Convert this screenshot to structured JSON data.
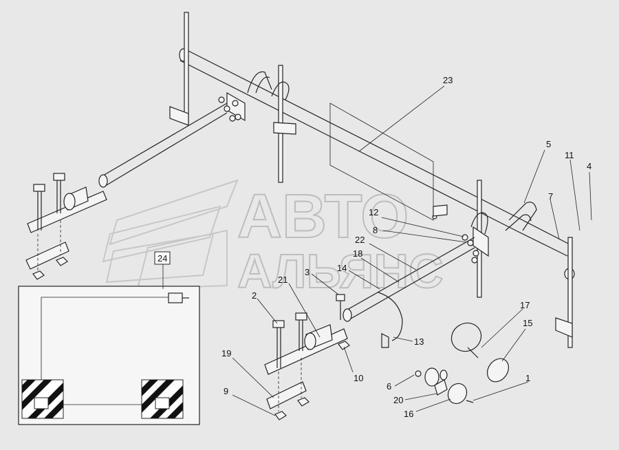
{
  "watermark": {
    "line1": "АВТО",
    "line2": "АЛЬЯНС"
  },
  "diagram": {
    "callouts": [
      {
        "id": "1",
        "label": "1"
      },
      {
        "id": "2",
        "label": "2"
      },
      {
        "id": "3",
        "label": "3"
      },
      {
        "id": "4",
        "label": "4"
      },
      {
        "id": "5",
        "label": "5"
      },
      {
        "id": "6",
        "label": "6"
      },
      {
        "id": "7",
        "label": "7"
      },
      {
        "id": "8",
        "label": "8"
      },
      {
        "id": "9",
        "label": "9"
      },
      {
        "id": "10",
        "label": "10"
      },
      {
        "id": "11",
        "label": "11"
      },
      {
        "id": "12",
        "label": "12"
      },
      {
        "id": "13",
        "label": "13"
      },
      {
        "id": "14",
        "label": "14"
      },
      {
        "id": "15",
        "label": "15"
      },
      {
        "id": "16",
        "label": "16"
      },
      {
        "id": "17",
        "label": "17"
      },
      {
        "id": "18",
        "label": "18"
      },
      {
        "id": "19",
        "label": "19"
      },
      {
        "id": "20",
        "label": "20"
      },
      {
        "id": "21",
        "label": "21"
      },
      {
        "id": "22",
        "label": "22"
      },
      {
        "id": "23",
        "label": "23"
      },
      {
        "id": "24",
        "label": "24"
      }
    ]
  }
}
